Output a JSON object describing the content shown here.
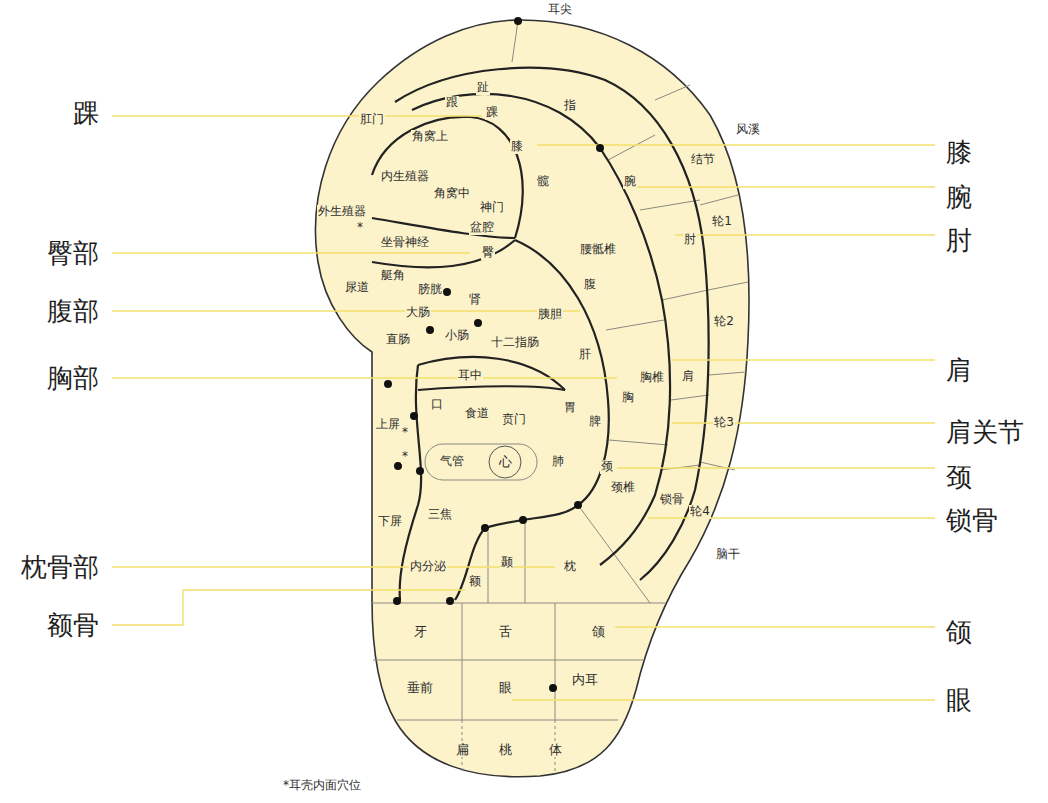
{
  "diagram": {
    "nodes": [
      {
        "text": [
          "心"
        ]
      }
    ],
    "labels": [
      "耳尖",
      "风溪",
      "肛门",
      "跟",
      "趾",
      "踝",
      "指",
      "角窝上",
      "膝",
      "结节",
      "内生殖器",
      "腕",
      "髋",
      "角窝中",
      "神门",
      "外生殖器",
      "*",
      "轮1",
      "盆腔",
      "肘",
      "坐骨神经",
      "腰骶椎",
      "臀",
      "艇角",
      "膀胱",
      "尿道",
      "腹",
      "肾",
      "大肠",
      "胰胆",
      "轮2",
      "小肠",
      "直肠",
      "十二指肠",
      "肝",
      "耳中",
      "胸椎",
      "肩",
      "口",
      "胃",
      "胸",
      "食道",
      "贲门",
      "脾",
      "上屏",
      "*",
      "轮3",
      "*",
      "气管",
      "肺",
      "颈",
      "颈椎",
      "锁骨",
      "三焦",
      "轮4",
      "下屏",
      "脑干",
      "颞",
      "内分泌",
      "枕",
      "额",
      "牙",
      "舌",
      "颌",
      "内耳",
      "垂前",
      "眼",
      "扁",
      "桃",
      "体",
      "*耳壳内面穴位",
      "踝",
      "臀部",
      "腹部",
      "胸部",
      "枕骨部",
      "额骨",
      "膝",
      "腕",
      "肘",
      "肩",
      "肩关节",
      "颈",
      "锁骨",
      "颌",
      "眼"
    ]
  }
}
